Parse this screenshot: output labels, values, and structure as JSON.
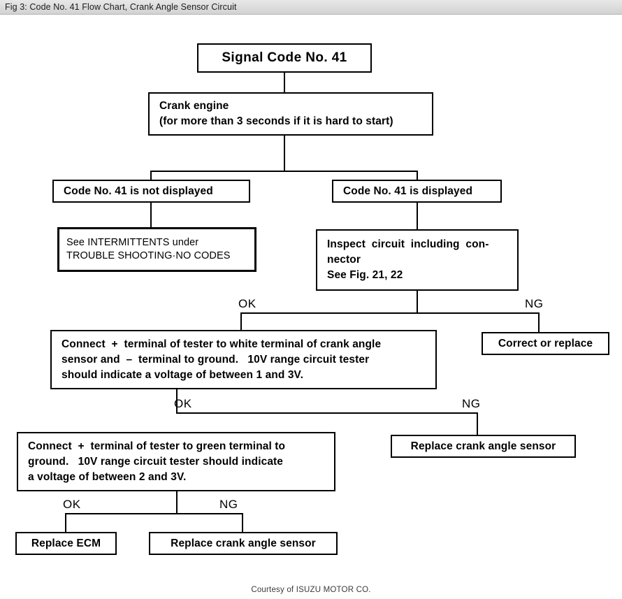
{
  "header": {
    "title": "Fig 3: Code No. 41 Flow Chart, Crank Angle Sensor Circuit"
  },
  "footer": {
    "credit": "Courtesy of ISUZU MOTOR CO."
  },
  "chart_data": {
    "type": "diagram",
    "title": "Code No. 41 Flow Chart, Crank Angle Sensor Circuit",
    "nodes": [
      {
        "id": "signal-code",
        "label": "Signal Code No. 41"
      },
      {
        "id": "crank-engine",
        "line1": "Crank engine",
        "line2": "(for more than 3 seconds if it is hard to start)"
      },
      {
        "id": "code-not-displayed",
        "label": "Code No. 41 is not displayed"
      },
      {
        "id": "code-displayed",
        "label": "Code No. 41 is displayed"
      },
      {
        "id": "see-intermittents",
        "line1": "See INTERMITTENTS under",
        "line2": "TROUBLE SHOOTING·NO CODES"
      },
      {
        "id": "inspect-circuit",
        "line1": "Inspect  circuit  including  con-",
        "line2": "nector",
        "line3": "See Fig. 21, 22"
      },
      {
        "id": "correct-or-replace",
        "label": "Correct or replace"
      },
      {
        "id": "test-white-terminal",
        "line1": "Connect  +  terminal of tester to white terminal of crank angle",
        "line2": "sensor and  –  terminal to ground.   10V range circuit tester",
        "line3": "should indicate a voltage of between 1 and 3V."
      },
      {
        "id": "replace-sensor-mid",
        "label": "Replace crank angle sensor"
      },
      {
        "id": "test-green-terminal",
        "line1": "Connect  +  terminal of tester to green terminal to",
        "line2": "ground.   10V range circuit tester should indicate",
        "line3": "a voltage of between 2 and 3V."
      },
      {
        "id": "replace-ecm",
        "label": "Replace ECM"
      },
      {
        "id": "replace-sensor-bottom",
        "label": "Replace crank angle sensor"
      }
    ],
    "branch_labels": [
      {
        "id": "ok-1",
        "label": "OK"
      },
      {
        "id": "ng-1",
        "label": "NG"
      },
      {
        "id": "ok-2",
        "label": "OK"
      },
      {
        "id": "ng-2",
        "label": "NG"
      },
      {
        "id": "ok-3",
        "label": "OK"
      },
      {
        "id": "ng-3",
        "label": "NG"
      }
    ],
    "edges": [
      {
        "from": "signal-code",
        "to": "crank-engine",
        "label": ""
      },
      {
        "from": "crank-engine",
        "to": "code-not-displayed",
        "label": ""
      },
      {
        "from": "crank-engine",
        "to": "code-displayed",
        "label": ""
      },
      {
        "from": "code-not-displayed",
        "to": "see-intermittents",
        "label": ""
      },
      {
        "from": "code-displayed",
        "to": "inspect-circuit",
        "label": ""
      },
      {
        "from": "inspect-circuit",
        "to": "test-white-terminal",
        "label": "OK"
      },
      {
        "from": "inspect-circuit",
        "to": "correct-or-replace",
        "label": "NG"
      },
      {
        "from": "test-white-terminal",
        "to": "test-green-terminal",
        "label": "OK"
      },
      {
        "from": "test-white-terminal",
        "to": "replace-sensor-mid",
        "label": "NG"
      },
      {
        "from": "test-green-terminal",
        "to": "replace-ecm",
        "label": "OK"
      },
      {
        "from": "test-green-terminal",
        "to": "replace-sensor-bottom",
        "label": "NG"
      }
    ]
  }
}
